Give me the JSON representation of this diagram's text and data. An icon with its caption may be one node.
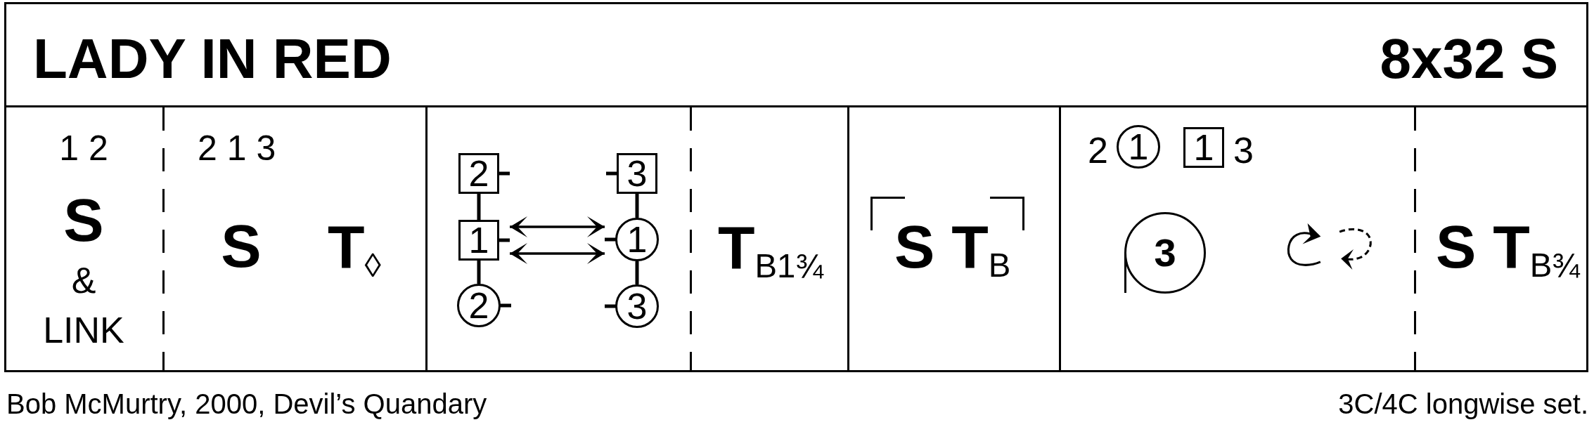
{
  "diagram": {
    "title": "LADY IN RED",
    "caption": "Bob McMurtry, 2000, Devil’s Quandary",
    "nodes": [
      {
        "text": [
          "1 2",
          "S",
          "& LINK"
        ]
      },
      {
        "text": [
          "2 1 3",
          "S",
          "T$_{◊}$"
        ]
      },
      {
        "text": [],
        "shape": "box"
      },
      {
        "text": [
          "2"
        ],
        "in": 2
      },
      {
        "text": [
          "1"
        ],
        "in": 2
      },
      {
        "text": [
          "2"
        ],
        "in": 2
      },
      {
        "text": [
          "3"
        ],
        "in": 2
      },
      {
        "text": [
          "1"
        ],
        "in": 2
      },
      {
        "text": [
          "3"
        ],
        "in": 2
      },
      {
        "text": [
          "T$_{B1¾}$"
        ]
      },
      {
        "text": [
          "S T$_{B}$"
        ]
      },
      {
        "text": [
          "2",
          "3"
        ]
      },
      {
        "text": [
          "1"
        ],
        "in": 11
      },
      {
        "text": [
          "1"
        ],
        "in": 11
      },
      {
        "text": [
          "3"
        ],
        "in": 11
      },
      {
        "text": [
          "S T$_{B¾}$"
        ]
      }
    ],
    "edges": [
      {
        "from": 3,
        "to": 4,
        "arrow": "none"
      },
      {
        "from": 4,
        "to": 5,
        "arrow": "none"
      },
      {
        "from": 6,
        "to": 7,
        "arrow": "none"
      },
      {
        "from": 7,
        "to": 8,
        "arrow": "none"
      },
      {
        "from": 4,
        "to": 7,
        "arrow": "both"
      },
      {
        "from": 4,
        "to": 7,
        "arrow": "both"
      }
    ],
    "labels": [
      "8x32 S",
      "3C/4C longwise set."
    ]
  }
}
